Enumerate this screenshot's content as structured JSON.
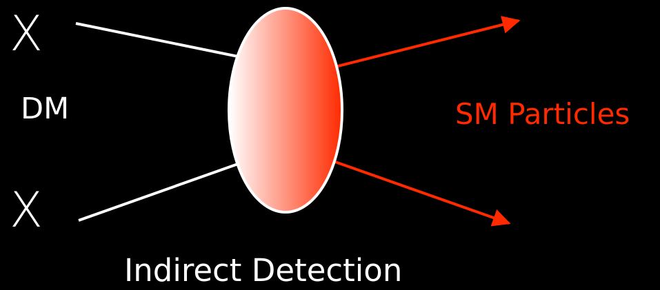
{
  "labels": {
    "particle_top": "X",
    "particle_bottom": "X",
    "dm": "DM",
    "products": "SM Particles",
    "caption": "Indirect Detection"
  },
  "colors": {
    "background": "#000000",
    "incoming_lines": "#ffffff",
    "outgoing_arrows": "#ff2a00",
    "products_text": "#ff2a00",
    "vertex_gradient_start": "#ffffff",
    "vertex_gradient_end": "#ff2a00",
    "vertex_outline": "#ffffff"
  }
}
